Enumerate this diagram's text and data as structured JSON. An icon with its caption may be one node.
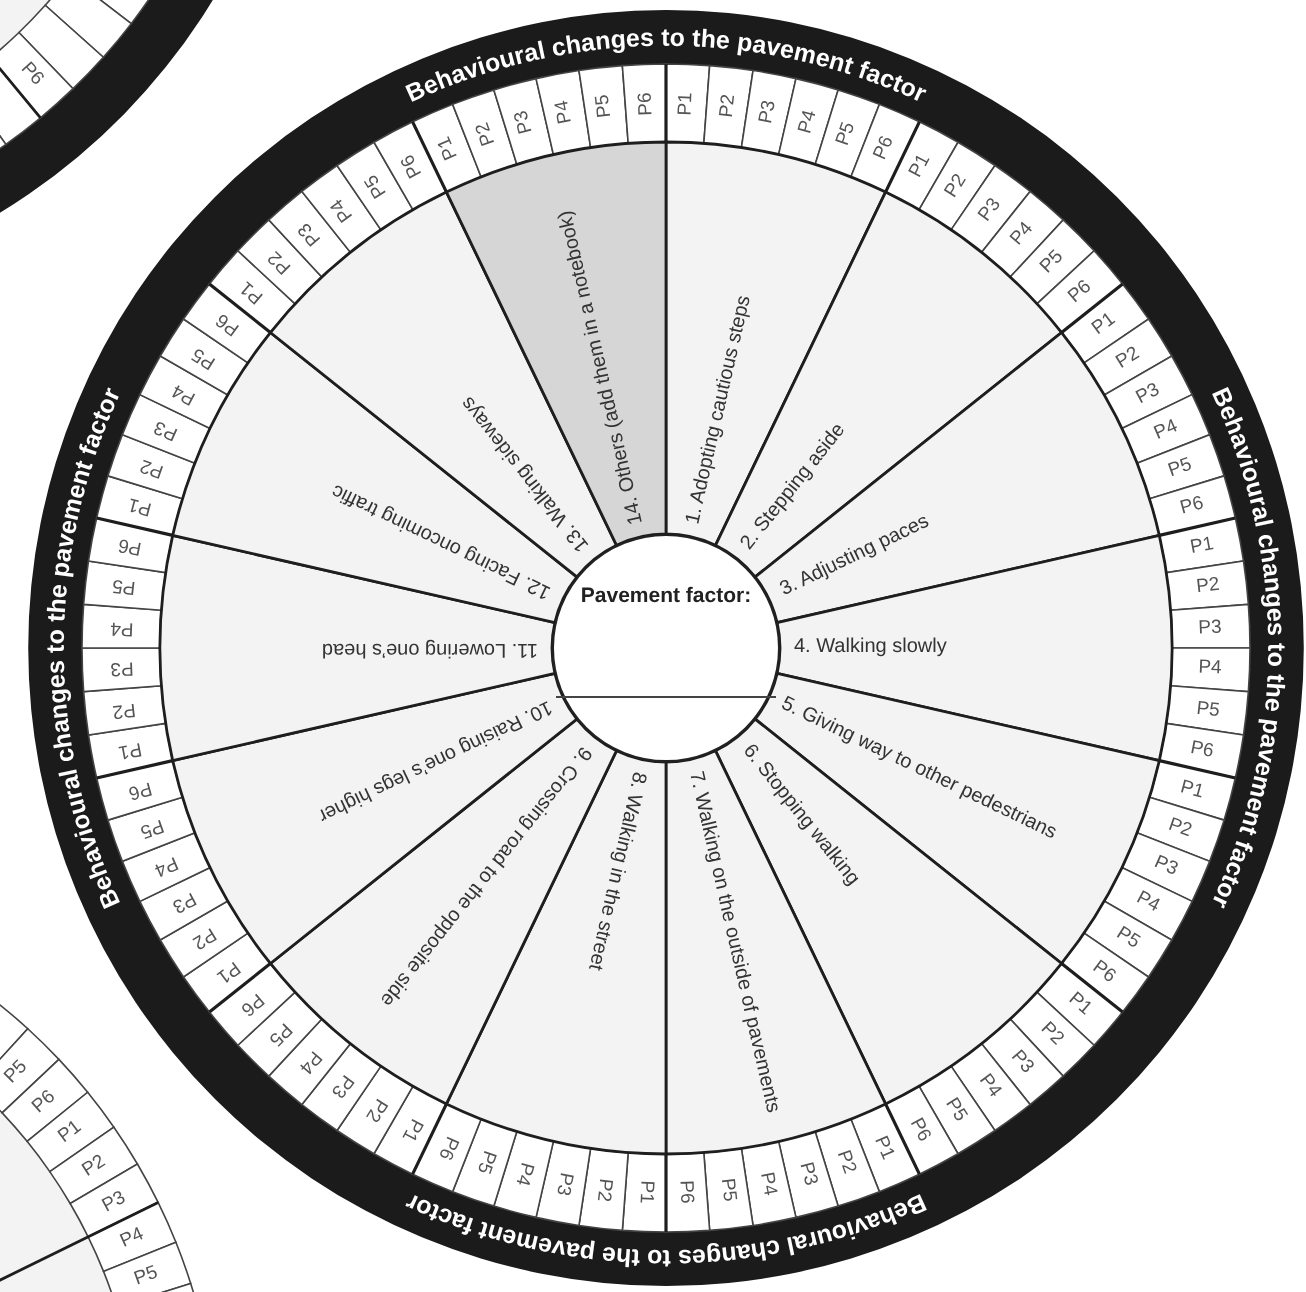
{
  "diagram": {
    "nodes": [
      {
        "text": [
          "1. Adopting cautious steps"
        ]
      },
      {
        "text": [
          "2. Stepping aside"
        ]
      },
      {
        "text": [
          "3. Adjusting paces"
        ]
      },
      {
        "text": [
          "4. Walking slowly"
        ]
      },
      {
        "text": [
          "5. Giving way to other pedestrians"
        ]
      },
      {
        "text": [
          "6. Stopping walking"
        ]
      },
      {
        "text": [
          "7. Walking on the outside of pavements"
        ]
      },
      {
        "text": [
          "8. Walking in the street"
        ]
      },
      {
        "text": [
          "9. Crossing road to the opposite side"
        ]
      },
      {
        "text": [
          "10. Raising one’s legs higher"
        ]
      },
      {
        "text": [
          "11. Lowering one’s head"
        ]
      },
      {
        "text": [
          "12. Facing oncoming traffic"
        ]
      },
      {
        "text": [
          "13. Walking sideways"
        ]
      },
      {
        "text": [
          "14. Others (add them in a notebook)"
        ]
      },
      {
        "text": [
          "Pavement factor:"
        ]
      }
    ],
    "labels": [
      "Behavioural changes to the pavement factor",
      "Behavioural changes to the pavement factor",
      "Behavioural changes to the pavement factor",
      "Behavioural changes to the pavement factor",
      "P1",
      "P2",
      "P3",
      "P4",
      "P5",
      "P6",
      "P1",
      "P2",
      "P3",
      "P4",
      "P5",
      "P6",
      "P1",
      "P2",
      "P3",
      "P4",
      "P5",
      "P6",
      "P1",
      "P2",
      "P3",
      "P4",
      "P5",
      "P6",
      "P1",
      "P2",
      "P3",
      "P4",
      "P5",
      "P6",
      "P1",
      "P2",
      "P3",
      "P4",
      "P5",
      "P6",
      "P1",
      "P2",
      "P3",
      "P4",
      "P5",
      "P6",
      "P1",
      "P2",
      "P3",
      "P4",
      "P5",
      "P6",
      "P1",
      "P2",
      "P3",
      "P4",
      "P5",
      "P6",
      "P1",
      "P2",
      "P3",
      "P4",
      "P5",
      "P6",
      "P1",
      "P2",
      "P3",
      "P4",
      "P5",
      "P6",
      "P1",
      "P2",
      "P3",
      "P4",
      "P5",
      "P6",
      "P1",
      "P2",
      "P3",
      "P4",
      "P5",
      "P6",
      "P1",
      "P2",
      "P3",
      "P4",
      "P5",
      "P6",
      "P6",
      "P5",
      "P6",
      "P1",
      "P2",
      "P3",
      "P4",
      "P5"
    ]
  }
}
